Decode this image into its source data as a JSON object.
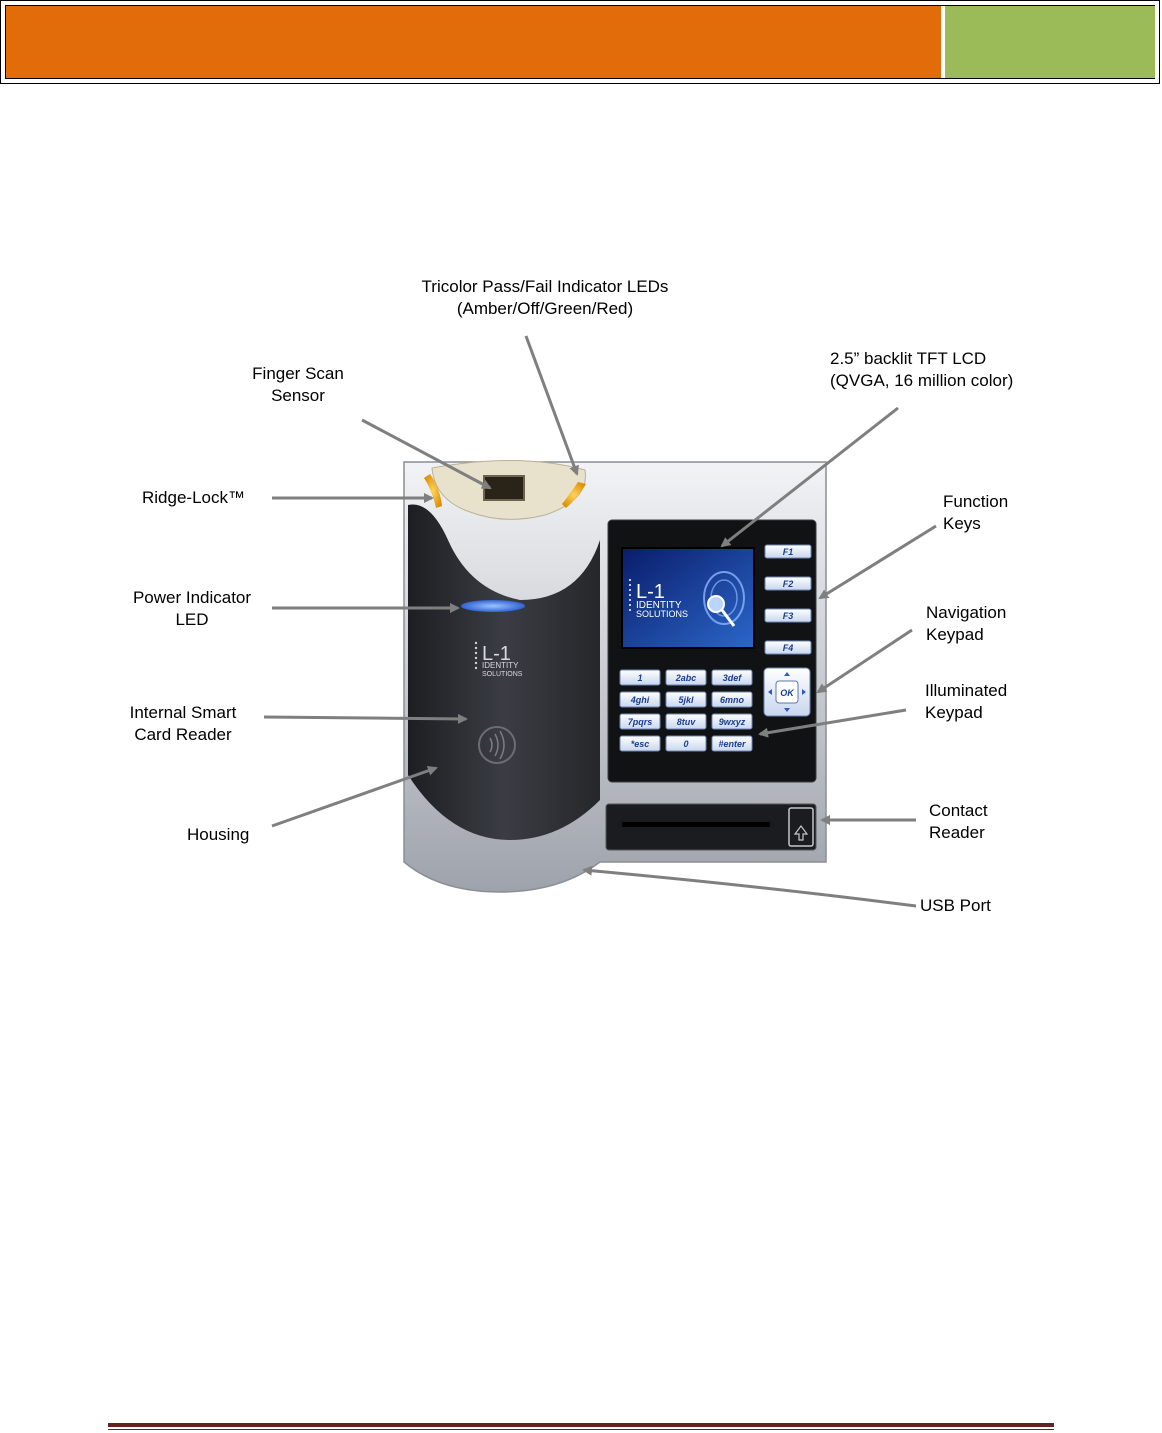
{
  "colors": {
    "header_orange": "#E36C0A",
    "header_green": "#9BBB59",
    "footer_line": "#622423",
    "arrow": "#7F7F7F"
  },
  "labels": {
    "tricolor_leds": "Tricolor Pass/Fail Indicator LEDs\n(Amber/Off/Green/Red)",
    "lcd": "2.5” backlit TFT LCD\n(QVGA, 16 million color)",
    "finger_scan": "Finger Scan\nSensor",
    "ridge_lock": "Ridge-Lock™",
    "function_keys": "Function\nKeys",
    "power_led": "Power Indicator\nLED",
    "navigation_keypad": "Navigation\nKeypad",
    "illuminated_keypad": "Illuminated\nKeypad",
    "smart_card": "Internal Smart\nCard Reader",
    "housing": "Housing",
    "contact_reader": "Contact\nReader",
    "usb_port": "USB Port"
  },
  "device": {
    "brand": "L-1",
    "brand_line1": "IDENTITY",
    "brand_line2": "SOLUTIONS",
    "function_keys": [
      "F1",
      "F2",
      "F3",
      "F4"
    ],
    "keypad": [
      "1",
      "2abc",
      "3def",
      "4ghi",
      "5jkl",
      "6mno",
      "7pqrs",
      "8tuv",
      "9wxyz",
      "*esc",
      "0",
      "#enter"
    ],
    "ok_label": "OK"
  }
}
